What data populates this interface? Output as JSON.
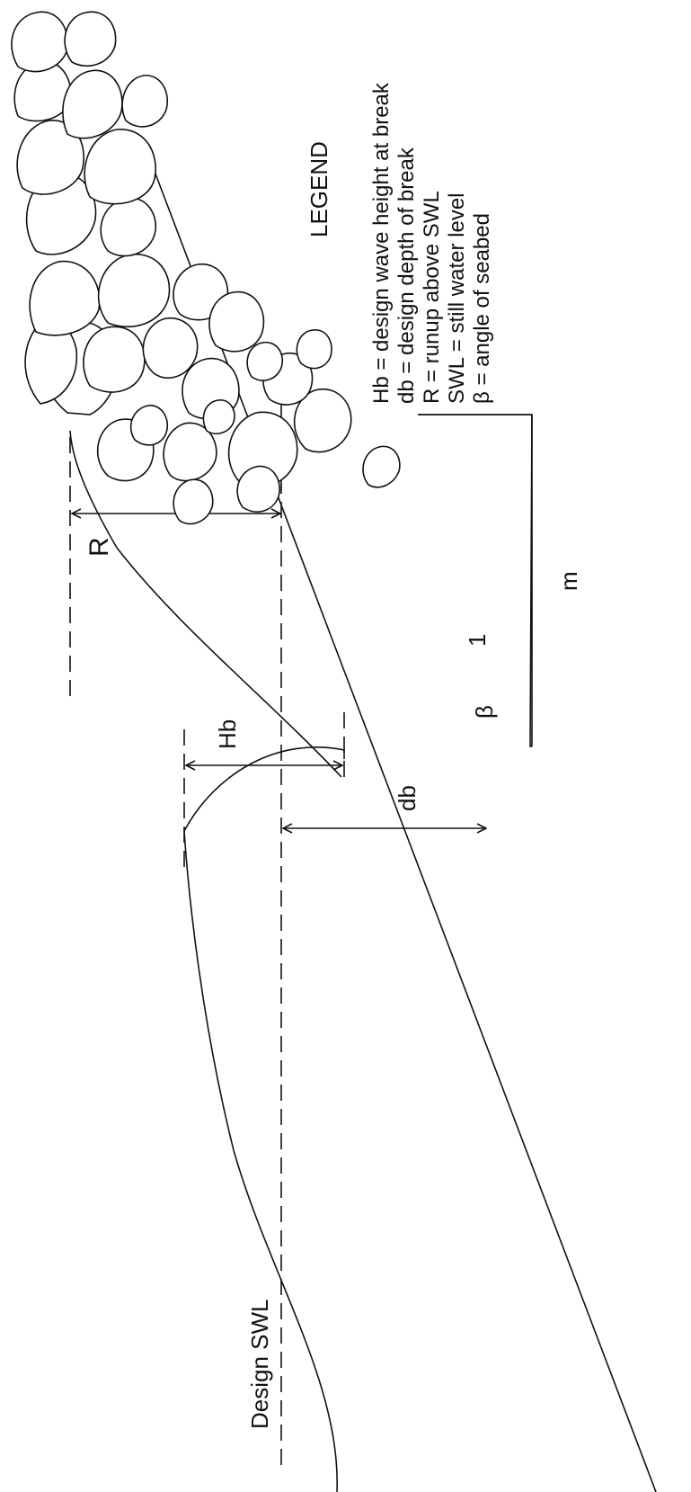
{
  "labels": {
    "design_swl": "Design SWL",
    "runup": "R",
    "wave_height": "Hb",
    "break_depth": "db",
    "slope_rise": "1",
    "slope_run": "m",
    "angle": "β"
  },
  "legend": {
    "title": "LEGEND",
    "items": [
      "Hb = design wave height at break",
      "db = design depth of break",
      "R = runup above SWL",
      "SWL = still water level",
      "β = angle of seabed"
    ]
  },
  "colors": {
    "ink": "#111111",
    "background": "#ffffff"
  }
}
